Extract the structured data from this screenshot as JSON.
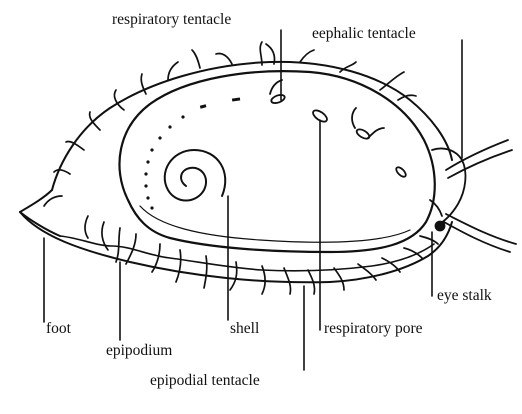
{
  "labels": {
    "respiratory_tentacle": "respiratory tentacle",
    "cephalic_tentacle": "eephalic tentacle",
    "eye_stalk": "eye stalk",
    "foot": "foot",
    "epipodium": "epipodium",
    "shell": "shell",
    "respiratory_pore": "respiratory pore",
    "epipodial_tentacle": "epipodial tentacle"
  },
  "colors": {
    "ink": "#111111",
    "background": "#ffffff"
  }
}
